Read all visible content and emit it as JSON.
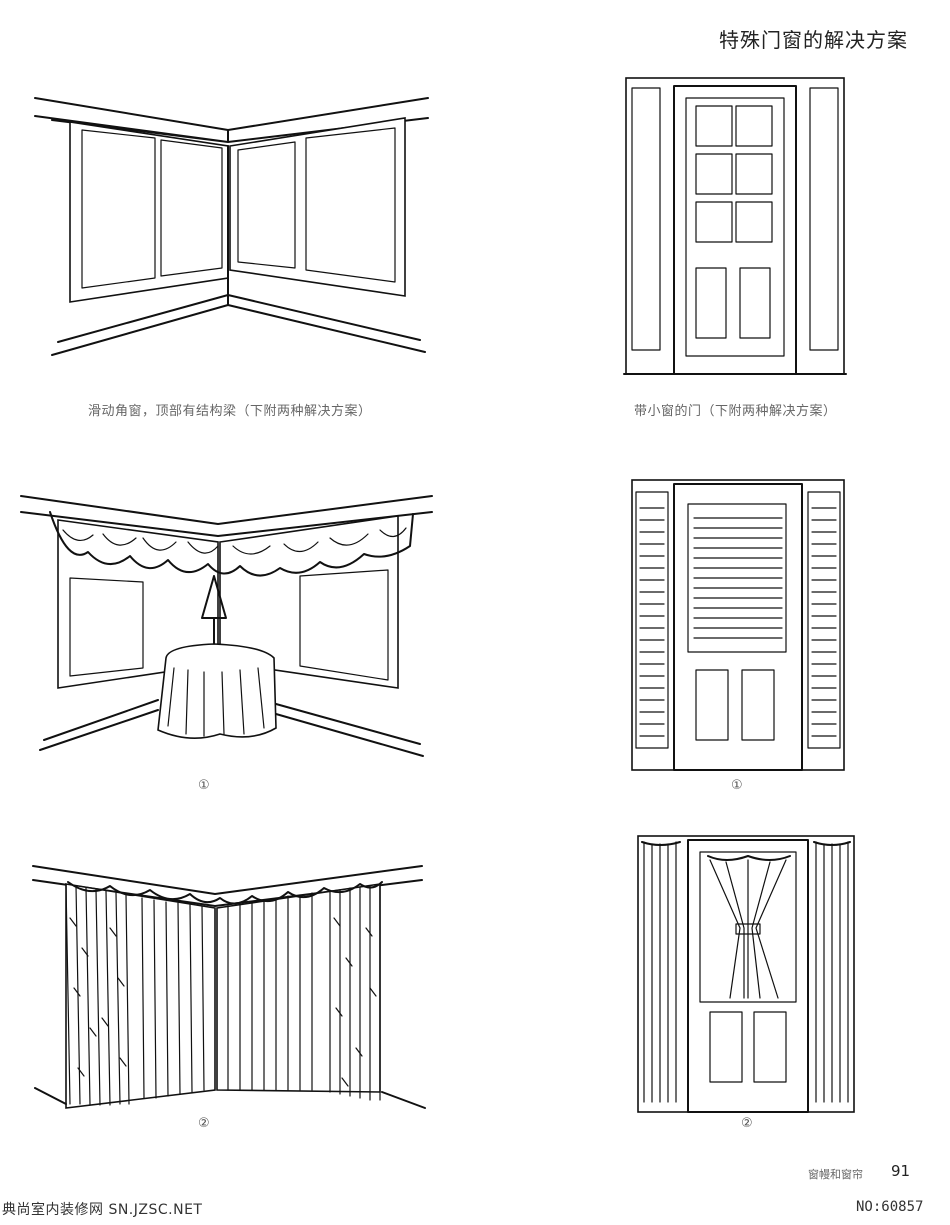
{
  "header": {
    "title": "特殊门窗的解决方案"
  },
  "captions": {
    "corner_window": "滑动角窗，顶部有结构梁（下附两种解决方案）",
    "door_sidelights": "带小窗的门（下附两种解决方案）"
  },
  "solution_labels": {
    "corner_1": "①",
    "door_1": "①",
    "corner_2": "②",
    "door_2": "②"
  },
  "footer": {
    "section": "窗幔和窗帘",
    "page_number": "91",
    "watermark": "典尚室内装修网 SN.JZSC.NET",
    "catalog_no": "NO:60857"
  },
  "illustrations": {
    "corner_window": "corner-window-line-drawing",
    "door_sidelights": "door-with-sidelights-line-drawing",
    "corner_balloon": "corner-window-balloon-valance-drawing",
    "door_shutters": "door-louvered-shutters-drawing",
    "corner_drapes": "corner-window-pinch-pleat-drapes-drawing",
    "door_curtains": "door-sidelight-curtains-drawing"
  }
}
